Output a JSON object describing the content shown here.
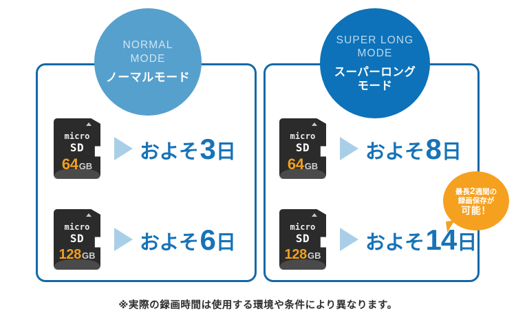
{
  "panels": [
    {
      "id": "normal",
      "circle": {
        "english": "NORMAL\nMODE",
        "english_line1": "NORMAL",
        "english_line2": "MODE",
        "japanese": "ノーマルモード",
        "color": "#56a0ce"
      },
      "rows": [
        {
          "card": {
            "micro": "micro",
            "sd": "SD",
            "capacity_number": "64",
            "capacity_unit": "GB"
          },
          "arrow": "triangle-right-icon",
          "duration": {
            "approx": "およそ",
            "number": "3",
            "unit": "日"
          }
        },
        {
          "card": {
            "micro": "micro",
            "sd": "SD",
            "capacity_number": "128",
            "capacity_unit": "GB"
          },
          "arrow": "triangle-right-icon",
          "duration": {
            "approx": "およそ",
            "number": "6",
            "unit": "日"
          }
        }
      ]
    },
    {
      "id": "super",
      "circle": {
        "english": "SUPER LONG\nMODE",
        "english_line1": "SUPER LONG",
        "english_line2": "MODE",
        "japanese": "スーパーロング\nモード",
        "japanese_line1": "スーパーロング",
        "japanese_line2": "モード",
        "color": "#0d72b9"
      },
      "rows": [
        {
          "card": {
            "micro": "micro",
            "sd": "SD",
            "capacity_number": "64",
            "capacity_unit": "GB"
          },
          "arrow": "triangle-right-icon",
          "duration": {
            "approx": "およそ",
            "number": "8",
            "unit": "日"
          }
        },
        {
          "card": {
            "micro": "micro",
            "sd": "SD",
            "capacity_number": "128",
            "capacity_unit": "GB"
          },
          "arrow": "triangle-right-icon",
          "duration": {
            "approx": "およそ",
            "number": "14",
            "unit": "日"
          }
        }
      ]
    }
  ],
  "badge": {
    "line1_prefix": "最長",
    "line1_big": "2",
    "line1_suffix": "週間の",
    "line2": "録画保存が",
    "line3": "可能！",
    "color": "#f5a01f"
  },
  "footnote": "※実際の録画時間は使用する環境や条件により異なります。",
  "colors": {
    "panel_border": "#1368a8",
    "normal_circle": "#56a0ce",
    "super_circle": "#0d72b9",
    "arrow": "#a9cfe8",
    "duration_text": "#1673b8",
    "capacity_number": "#f0a01e",
    "badge": "#f5a01f",
    "card_body": "#2b2b2b"
  }
}
